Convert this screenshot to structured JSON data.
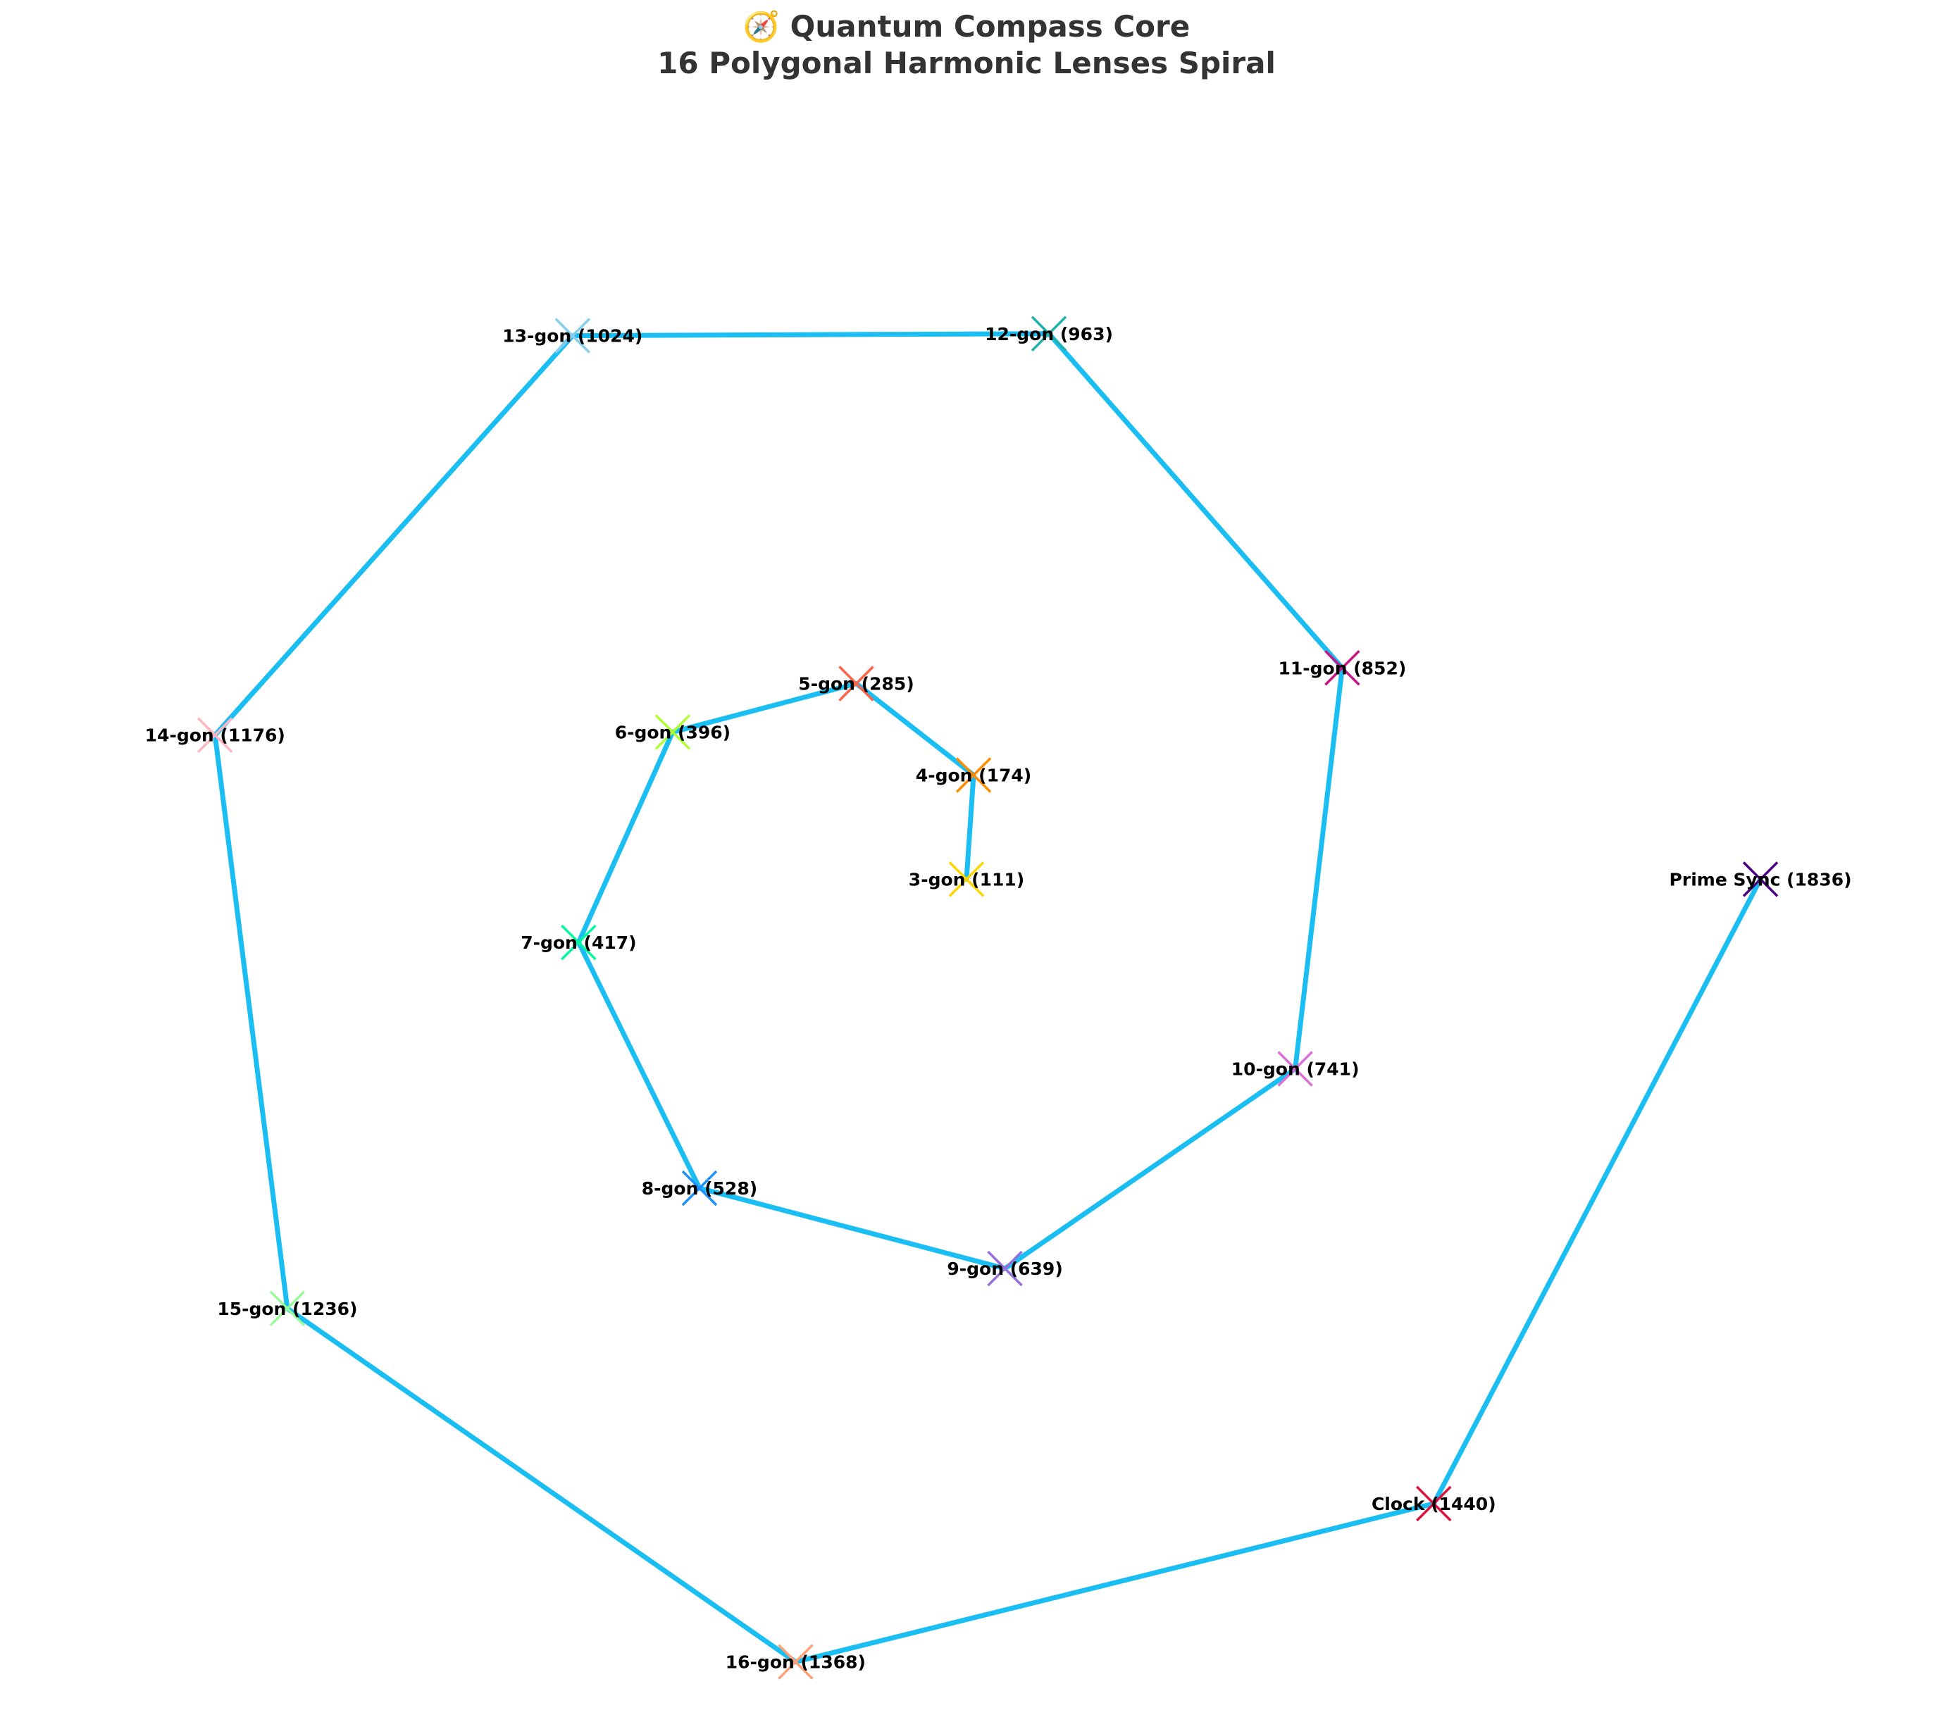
{
  "chart_data": {
    "type": "line",
    "title": "Quantum Compass Core",
    "title_icon": "compass-emoji",
    "subtitle": "16 Polygonal Harmonic Lenses Spiral",
    "xlabel": "",
    "ylabel": "",
    "axes_visible": false,
    "grid": false,
    "legend": "none",
    "line_color": "#1BBEF2",
    "marker": "x",
    "xlim": [
      -1.72,
      1.72
    ],
    "ylim": [
      -1.66,
      1.53
    ],
    "points": [
      {
        "label": "3-gon (111)",
        "x": 0.0,
        "y": 0.0,
        "color": "#FFD700"
      },
      {
        "label": "4-gon (174)",
        "x": 0.014,
        "y": 0.206,
        "color": "#FF8C00"
      },
      {
        "label": "5-gon (285)",
        "x": -0.218,
        "y": 0.387,
        "color": "#FF6347"
      },
      {
        "label": "6-gon (396)",
        "x": -0.581,
        "y": 0.291,
        "color": "#ADFF2F"
      },
      {
        "label": "7-gon (417)",
        "x": -0.767,
        "y": -0.125,
        "color": "#00FA9A"
      },
      {
        "label": "8-gon (528)",
        "x": -0.528,
        "y": -0.611,
        "color": "#1E90FF"
      },
      {
        "label": "9-gon (639)",
        "x": 0.076,
        "y": -0.77,
        "color": "#9370DB"
      },
      {
        "label": "10-gon (741)",
        "x": 0.65,
        "y": -0.375,
        "color": "#DA70D6"
      },
      {
        "label": "11-gon (852)",
        "x": 0.743,
        "y": 0.418,
        "color": "#C71585"
      },
      {
        "label": "12-gon (963)",
        "x": 0.163,
        "y": 1.079,
        "color": "#20B2AA"
      },
      {
        "label": "13-gon (1024)",
        "x": -0.779,
        "y": 1.075,
        "color": "#87CEEB"
      },
      {
        "label": "14-gon (1176)",
        "x": -1.486,
        "y": 0.285,
        "color": "#FFB6C1"
      },
      {
        "label": "15-gon (1236)",
        "x": -1.343,
        "y": -0.849,
        "color": "#98FB98"
      },
      {
        "label": "16-gon (1368)",
        "x": -0.338,
        "y": -1.548,
        "color": "#FFA07A"
      },
      {
        "label": "Clock (1440)",
        "x": 0.924,
        "y": -1.235,
        "color": "#DC143C"
      },
      {
        "label": "Prime Sync (1836)",
        "x": 1.57,
        "y": 0.0,
        "color": "#4B0082"
      }
    ]
  }
}
